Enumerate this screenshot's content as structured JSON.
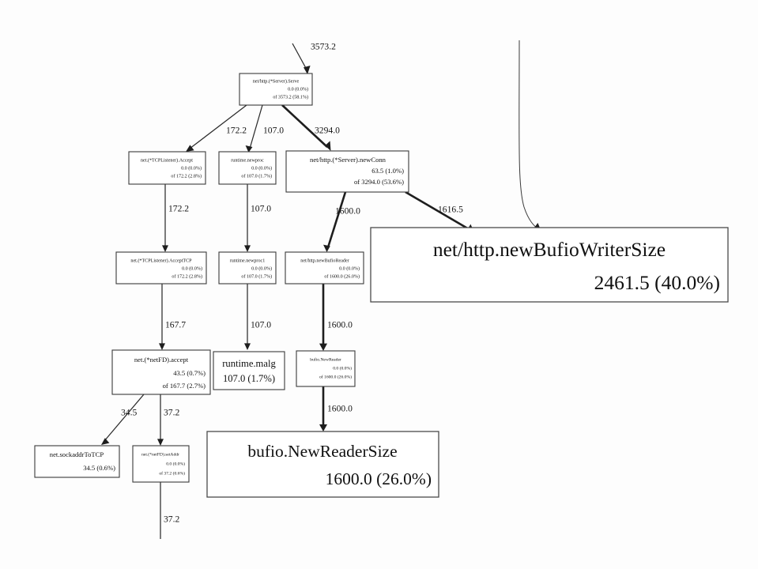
{
  "diagram": {
    "title": "Go pprof call graph",
    "background_color": "#fdfdfd",
    "node_fill": "#ffffff",
    "node_stroke": "#3a3a3a",
    "edge_color": "#1e1e1e",
    "text_color": "#101010"
  },
  "nodes": [
    {
      "id": "serve",
      "name": "net/http.(*Server).Serve",
      "flat": "0.0 (0.0%)",
      "cum": "of 3573.2 (58.1%)",
      "size": "tiny"
    },
    {
      "id": "tcp_accept",
      "name": "net.(*TCPListener).Accept",
      "flat": "0.0 (0.0%)",
      "cum": "of 172.2 (2.8%)",
      "size": "tiny"
    },
    {
      "id": "newproc",
      "name": "runtime.newproc",
      "flat": "0.0 (0.0%)",
      "cum": "of 107.0 (1.7%)",
      "size": "tiny"
    },
    {
      "id": "newconn",
      "name": "net/http.(*Server).newConn",
      "flat": "63.5 (1.0%)",
      "cum": "of 3294.0 (53.6%)",
      "size": "small"
    },
    {
      "id": "accepttcp",
      "name": "net.(*TCPListener).AcceptTCP",
      "flat": "0.0 (0.0%)",
      "cum": "of 172.2 (2.8%)",
      "size": "tiny"
    },
    {
      "id": "newproc1",
      "name": "runtime.newproc1",
      "flat": "0.0 (0.0%)",
      "cum": "of 107.0 (1.7%)",
      "size": "tiny"
    },
    {
      "id": "newbufioreader",
      "name": "net/http.newBufioReader",
      "flat": "0.0 (0.0%)",
      "cum": "of 1600.0 (26.0%)",
      "size": "tiny"
    },
    {
      "id": "newbufiowritersize",
      "name": "net/http.newBufioWriterSize",
      "flat": "2461.5 (40.0%)",
      "cum": "",
      "size": "huge"
    },
    {
      "id": "netfd_accept",
      "name": "net.(*netFD).accept",
      "flat": "43.5 (0.7%)",
      "cum": "of 167.7 (2.7%)",
      "size": "small"
    },
    {
      "id": "malg",
      "name": "runtime.malg",
      "flat": "107.0 (1.7%)",
      "cum": "",
      "size": "mid"
    },
    {
      "id": "bufio_newreader",
      "name": "bufio.NewReader",
      "flat": "0.0 (0.0%)",
      "cum": "of 1600.0 (26.0%)",
      "size": "tiny2"
    },
    {
      "id": "sockaddrtotcp",
      "name": "net.sockaddrToTCP",
      "flat": "34.5 (0.6%)",
      "cum": "",
      "size": "small"
    },
    {
      "id": "setaddr",
      "name": "net.(*netFD).setAddr",
      "flat": "0.0 (0.0%)",
      "cum": "of 37.2 (0.6%)",
      "size": "tiny2"
    },
    {
      "id": "bufio_newreadersize",
      "name": "bufio.NewReaderSize",
      "flat": "1600.0 (26.0%)",
      "cum": "",
      "size": "big"
    }
  ],
  "edges": [
    {
      "id": "e-root-serve",
      "label": "3573.2"
    },
    {
      "id": "e-serve-tcpaccept",
      "label": "172.2"
    },
    {
      "id": "e-serve-newproc",
      "label": "107.0"
    },
    {
      "id": "e-serve-newconn",
      "label": "3294.0"
    },
    {
      "id": "e-tcpaccept-accepttcp",
      "label": "172.2"
    },
    {
      "id": "e-newproc-newproc1",
      "label": "107.0"
    },
    {
      "id": "e-newconn-newbufioreader",
      "label": "1600.0"
    },
    {
      "id": "e-newconn-newbufiowriter",
      "label": "1616.5"
    },
    {
      "id": "e-offscreen-newbufiowriter",
      "label": ""
    },
    {
      "id": "e-accepttcp-netfdaccept",
      "label": "167.7"
    },
    {
      "id": "e-newproc1-malg",
      "label": "107.0"
    },
    {
      "id": "e-newbufioreader-bufionr",
      "label": "1600.0"
    },
    {
      "id": "e-netfdaccept-sockaddr",
      "label": "34.5"
    },
    {
      "id": "e-netfdaccept-setaddr",
      "label": "37.2"
    },
    {
      "id": "e-bufionr-newreadersize",
      "label": "1600.0"
    },
    {
      "id": "e-setaddr-dangling",
      "label": "37.2"
    }
  ]
}
